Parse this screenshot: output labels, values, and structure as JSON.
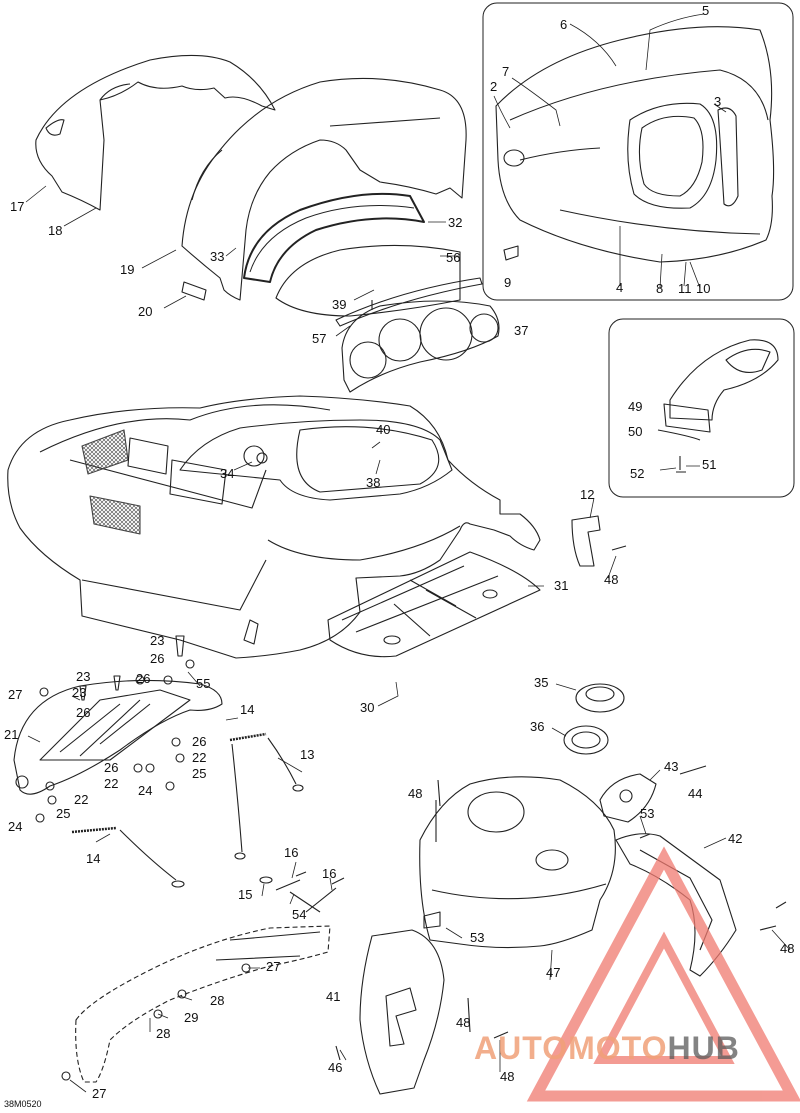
{
  "diagram": {
    "code": "38M0520",
    "labels": {
      "l17": "17",
      "l18": "18",
      "l19": "19",
      "l20": "20",
      "l33": "33",
      "l32": "32",
      "l56": "56",
      "l39": "39",
      "l57": "57",
      "l37": "37",
      "l34": "34",
      "l40": "40",
      "l38": "38",
      "l12": "12",
      "l48a": "48",
      "l31": "31",
      "l30": "30",
      "l2": "2",
      "l7": "7",
      "l6": "6",
      "l5": "5",
      "l3": "3",
      "l9": "9",
      "l4": "4",
      "l8": "8",
      "l11": "11",
      "l10": "10",
      "l49": "49",
      "l50": "50",
      "l51": "51",
      "l52": "52",
      "l23a": "23",
      "l26a": "26",
      "l23b": "23",
      "l23c": "23",
      "l26b": "26",
      "l55": "55",
      "l27a": "27",
      "l26c": "26",
      "l21": "21",
      "l14a": "14",
      "l26d": "26",
      "l22a": "22",
      "l25a": "25",
      "l26e": "26",
      "l22b": "22",
      "l24a": "24",
      "l22c": "22",
      "l25b": "25",
      "l24b": "24",
      "l13": "13",
      "l14b": "14",
      "l16a": "16",
      "l16b": "16",
      "l15": "15",
      "l54": "54",
      "l27b": "27",
      "l28a": "28",
      "l29": "29",
      "l28b": "28",
      "l27c": "27",
      "l35": "35",
      "l36": "36",
      "l43": "43",
      "l44": "44",
      "l48b": "48",
      "l53a": "53",
      "l42": "42",
      "l53b": "53",
      "l47": "47",
      "l48c": "48",
      "l41": "41",
      "l48d": "48",
      "l46": "46",
      "l48e": "48"
    }
  },
  "watermark": {
    "part1": "AUTOMOTO",
    "part2": "HUB",
    "color": "#f08070"
  }
}
